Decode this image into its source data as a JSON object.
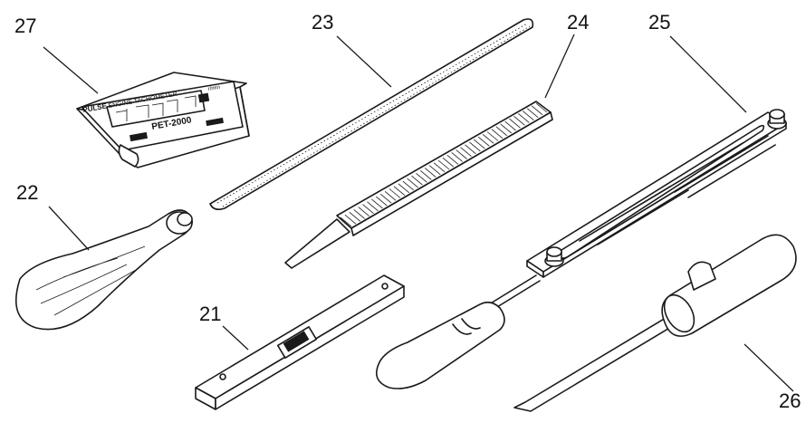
{
  "callouts": {
    "c21": "21",
    "c22": "22",
    "c23": "23",
    "c24": "24",
    "c25": "25",
    "c26": "26",
    "c27": "27"
  },
  "tachometer": {
    "brand": "PULSE",
    "title": "ENGINE TACHOMETER",
    "model": "PET-2000",
    "unit": "r/min"
  },
  "icons": {
    "tachometer": "tachometer-icon",
    "file_handle": "file-handle-icon",
    "round_file": "round-file-icon",
    "flat_file": "flat-file-icon",
    "file_holder": "file-holder-icon",
    "screwdriver": "screwdriver-icon",
    "depth_gauge": "depth-gauge-icon"
  }
}
